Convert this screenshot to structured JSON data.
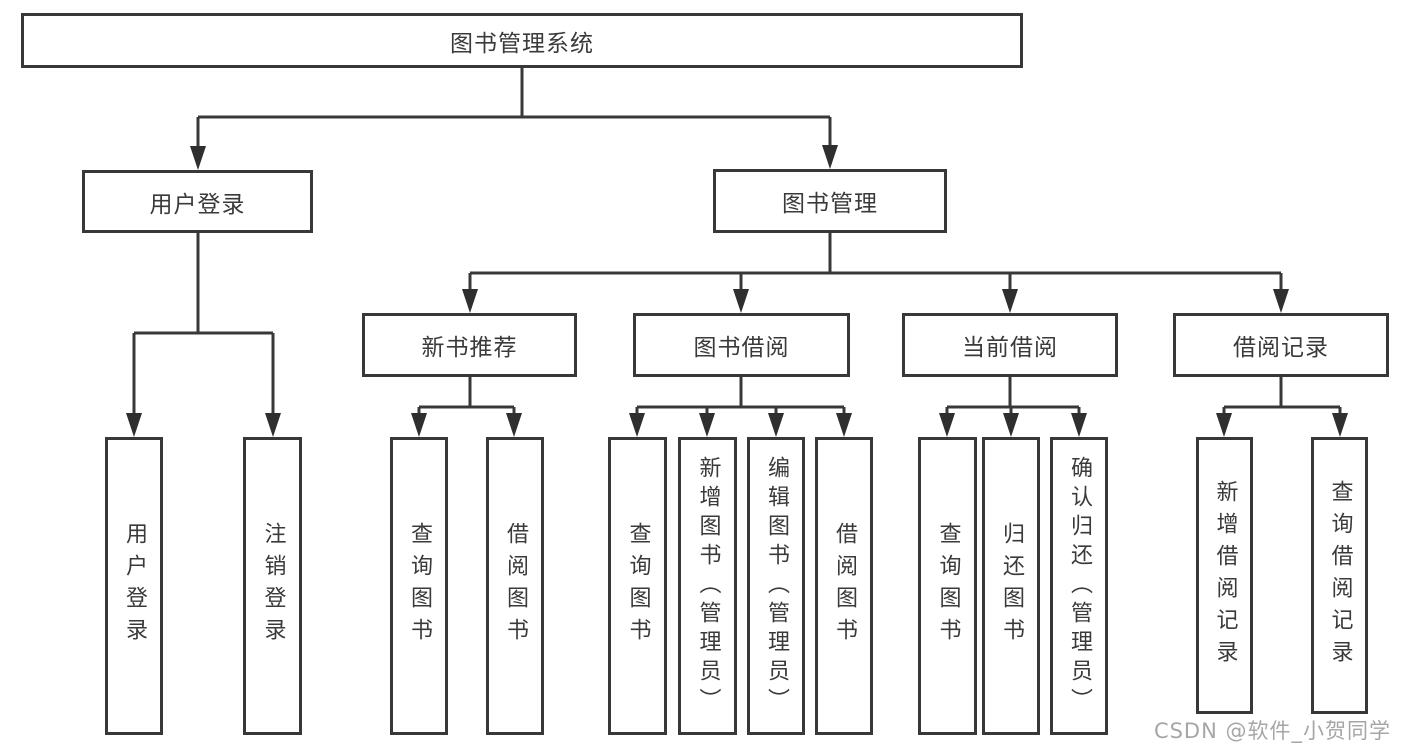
{
  "nodes": {
    "root": "图书管理系统",
    "user_login": "用户登录",
    "book_management": "图书管理",
    "new_book_recommend": "新书推荐",
    "book_borrowing": "图书借阅",
    "current_borrowing": "当前借阅",
    "borrowing_records": "借阅记录",
    "login_user_login": "用户登录",
    "login_logout": "注销登录",
    "recommend_query_books": "查询图书",
    "recommend_borrow_books": "借阅图书",
    "borrow_query_books": "查询图书",
    "borrow_add_books": "新增图书（管理员）",
    "borrow_edit_books": "编辑图书（管理员）",
    "borrow_borrow_books": "借阅图书",
    "current_query_books": "查询图书",
    "current_return_books": "归还图书",
    "current_confirm_return": "确认归还（管理员）",
    "records_add_record": "新增借阅记录",
    "records_query_record": "查询借阅记录"
  },
  "watermark": "CSDN @软件_小贺同学",
  "colors": {
    "line": "#383838",
    "box_border": "#383838",
    "text": "#3a3a3a",
    "watermark": "#a6a6a6",
    "background": "#ffffff"
  }
}
